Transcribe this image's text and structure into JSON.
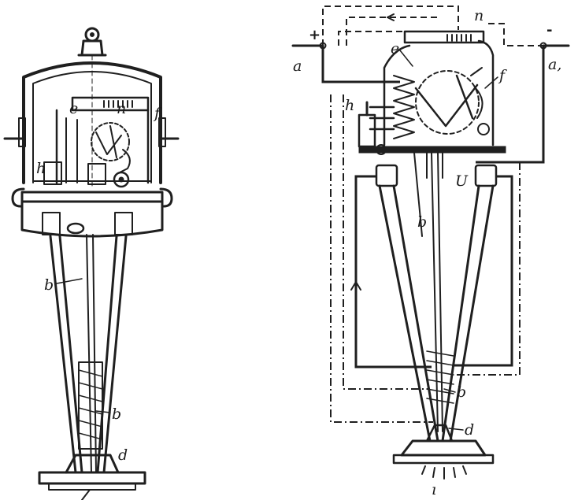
{
  "left_figure": {
    "labels": {
      "e": "e",
      "n": "n",
      "f": "f",
      "h": "h",
      "b_upper": "b",
      "b_lower": "b",
      "d": "d"
    }
  },
  "right_figure": {
    "labels": {
      "plus": "+",
      "minus": "-",
      "a": "a",
      "a1": "a,",
      "e": "e",
      "n": "n",
      "f": "f",
      "h": "h",
      "U": "U",
      "b_upper": "b",
      "b_lower": "b",
      "d": "d",
      "bottom": "ı"
    }
  }
}
